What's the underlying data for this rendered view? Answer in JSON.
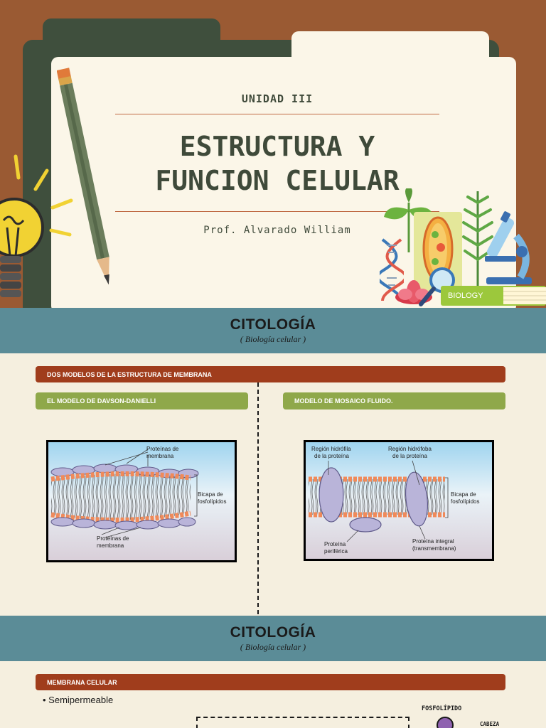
{
  "cover": {
    "unit": "UNIDAD III",
    "title_line1": "ESTRUCTURA Y",
    "title_line2": "FUNCION CELULAR",
    "professor": "Prof. Alvarado William",
    "book_label": "BIOLOGY"
  },
  "banner1": {
    "heading": "CITOLOGÍA",
    "subheading": "( Biología celular )"
  },
  "section1": {
    "bar_title": "DOS MODELOS DE LA ESTRUCTURA DE MEMBRANA",
    "left_title": "EL MODELO DE DAVSON-DANIELLI",
    "right_title": "MODELO DE MOSAICO FLUIDO.",
    "left_diagram": {
      "top_label_1": "Proteínas de",
      "top_label_2": "membrana",
      "side_label_1": "Bicapa de",
      "side_label_2": "fosfolípidos",
      "bottom_label_1": "Proteínas de",
      "bottom_label_2": "membrana"
    },
    "right_diagram": {
      "label_a1": "Región hidrófila",
      "label_a2": "de la proteína",
      "label_b1": "Región hidrófoba",
      "label_b2": "de la proteína",
      "side_label_1": "Bicapa de",
      "side_label_2": "fosfolípidos",
      "label_c1": "Proteína",
      "label_c2": "periférica",
      "label_d1": "Proteína integral",
      "label_d2": "(transmembrana)"
    }
  },
  "banner2": {
    "heading": "CITOLOGÍA",
    "subheading": "( Biología celular )"
  },
  "section2": {
    "bar_title": "MEMBRANA CELULAR",
    "bullet": "• Semipermeable",
    "diagram_title": "FOSFOLÍPIDO",
    "diagram_label": "CABEZA"
  },
  "colors": {
    "background": "#f5efdf",
    "cover_brown": "#9a5a33",
    "folder_green": "#3f4f3d",
    "banner_teal": "#5b8c97",
    "bar_red": "#a03d1c",
    "bar_green": "#8fa84a"
  }
}
